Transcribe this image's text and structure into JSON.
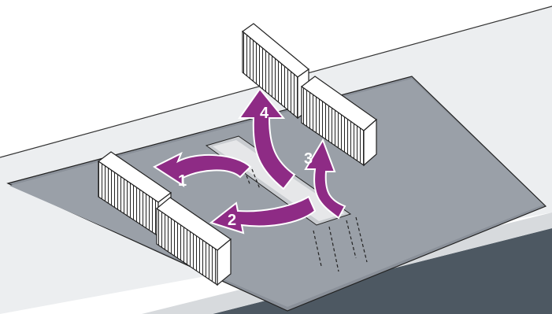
{
  "figure": {
    "steps": [
      {
        "number": "1"
      },
      {
        "number": "2"
      },
      {
        "number": "3"
      },
      {
        "number": "4"
      }
    ]
  },
  "colors": {
    "arrow": "#8e2b85",
    "hob_top": "#9aa0a8",
    "counter_light": "#eceef0",
    "counter_dark": "#4d5862",
    "filter_face": "#ffffff",
    "outline": "#222222"
  },
  "icons": [
    "filter-block",
    "curved-arrow",
    "dashed-duct"
  ]
}
